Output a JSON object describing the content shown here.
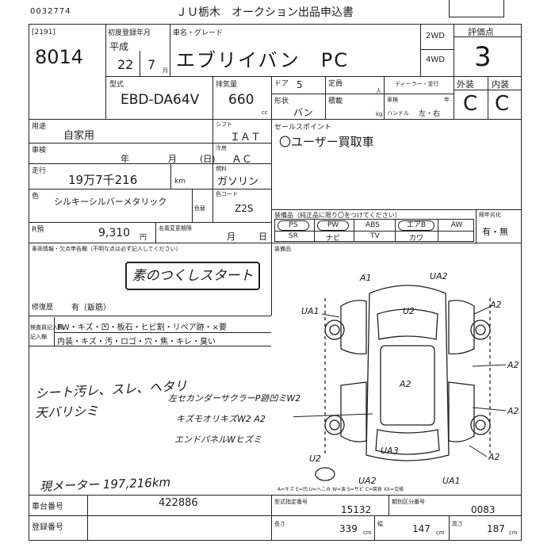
{
  "header": {
    "stock_no": "0032774",
    "title": "ＪＵ栃木　オークション出品申込書"
  },
  "sheet": {
    "code": "[2191]",
    "lot_no": "8014"
  },
  "first_reg": {
    "label": "初度登録年月",
    "era": "平成",
    "year": "22",
    "month": "7",
    "month_unit": "月"
  },
  "car": {
    "name_label": "車名・グレード",
    "name": "エブリイバン　PC",
    "drive_2wd": "2WD",
    "drive_4wd": "4WD"
  },
  "grade": {
    "label": "評価点",
    "value": "3",
    "exterior_label": "外装",
    "interior_label": "内装",
    "exterior": "C",
    "interior": "C"
  },
  "model": {
    "label": "型式",
    "value": "EBD-DA64V",
    "displacement_label": "排気量",
    "displacement": "660",
    "cc": "cc",
    "doors_label": "ドア",
    "doors": "5",
    "body_label": "形状",
    "body": "バン",
    "capacity_label": "定員",
    "capacity_unit": "人",
    "loading_label": "積載",
    "loading_unit": "kg",
    "dealer_label": "ディーラー・並行",
    "inspection_label": "車検",
    "inspection_unit": "年",
    "handle_label": "ハンドル",
    "handle_value": "左・右"
  },
  "usage": {
    "label": "用途",
    "value": "自家用"
  },
  "shaken": {
    "label": "車検",
    "year": "年",
    "month": "月",
    "day": "(日)"
  },
  "shift": {
    "label": "シフト",
    "value": "ＩＡＴ"
  },
  "ac": {
    "label": "冷房",
    "value": "ＡＣ"
  },
  "mileage": {
    "label": "走行",
    "value": "19万7千216",
    "unit": "km"
  },
  "fuel": {
    "label": "燃料",
    "value": "ガソリン"
  },
  "color": {
    "label": "色",
    "value": "シルキーシルバーメタリック",
    "paint_label": "色替",
    "code_label": "色コード",
    "code": "Z2S"
  },
  "recycle": {
    "label": "R預",
    "value": "9,310",
    "unit": "円"
  },
  "recall": {
    "label": "名義変更期限",
    "month": "月",
    "day": "日"
  },
  "sales_point": {
    "label": "セールスポイント",
    "value": "〇ユーザー買取車"
  },
  "equipment": {
    "label": "装備品（純正品に限り〇をつけてください）",
    "items": [
      "PS",
      "PW",
      "ABS",
      "エアB",
      "AW",
      "SR",
      "ナビ",
      "TV",
      "カワ",
      ""
    ]
  },
  "aging": {
    "label": "経年劣化",
    "value": "有・無"
  },
  "notes": {
    "label": "車両情報・欠点申告欄（不明な点は必ず記入してください）",
    "stamp": "素のつくしスタート",
    "repair_label": "修復歴",
    "repair_value": "有（鈑筋）"
  },
  "inspection_marks": {
    "label1": "検査員記入欄",
    "label2": "記入欄",
    "exterior_row": "FW・キズ・凹・板石・ヒビ割・リペア跡・×要",
    "interior_row": "内装・キズ・汚・ロゴ・穴・焦・キレ・臭い"
  },
  "handwritten": {
    "line1": "シート汚レ、スレ、ヘタリ",
    "line2": "天バリシミ",
    "diag1": "左セカンダーサクラーP跡凹ミW2",
    "diag2": "キズモオリキズW2 A2",
    "diag3": "エンドパネルWヒズミ",
    "odometer": "現メーター 197,216km"
  },
  "diagram_marks": [
    "A1",
    "UA2",
    "UA1",
    "U2",
    "A2",
    "A2",
    "A2",
    "A2",
    "A2",
    "U2",
    "UA3",
    "UA2",
    "UA1"
  ],
  "legend": "A=キズ  E=凹  U=へこみ  W=波  S=サビ  C=腐食  XX=交換",
  "footer": {
    "body_no_label": "車台番号",
    "body_no": "422886",
    "reg_no_label": "登録番号",
    "spec_no_label": "型式指定番号",
    "spec_no": "15132",
    "class_no_label": "類別区分番号",
    "class_no": "0083",
    "length_label": "長さ",
    "length": "339",
    "width_label": "幅",
    "width": "147",
    "height_label": "高さ",
    "height": "187",
    "cm": "cm"
  }
}
